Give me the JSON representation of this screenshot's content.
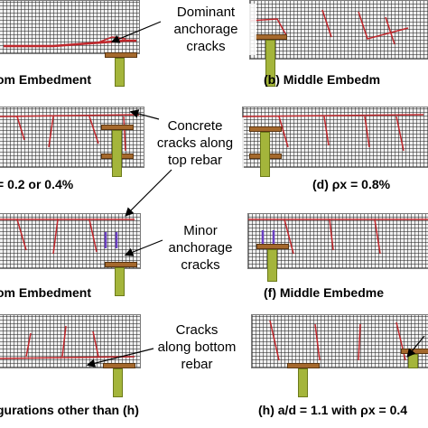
{
  "captions": {
    "a": "om Embedment",
    "b": "(b) Middle Embedm",
    "c": "= 0.2 or 0.4%",
    "d": "(d) ρx = 0.8%",
    "e": "om Embedment",
    "f": "(f) Middle Embedme",
    "g": "gurations other than (h)",
    "h": "(h) a/d = 1.1 with ρx = 0.4"
  },
  "annotations": {
    "dominant": [
      "Dominant",
      "anchorage",
      "cracks"
    ],
    "concrete": [
      "Concrete",
      "cracks along",
      "top rebar"
    ],
    "minor": [
      "Minor",
      "anchorage",
      "cracks"
    ],
    "bottom": [
      "Cracks",
      "along bottom",
      "rebar"
    ]
  },
  "colors": {
    "crack": "#c0262b",
    "mesh": "#333333",
    "plate": "#a5692d",
    "rod": "#a4b53b",
    "stirrup": "#6a3fc1"
  }
}
